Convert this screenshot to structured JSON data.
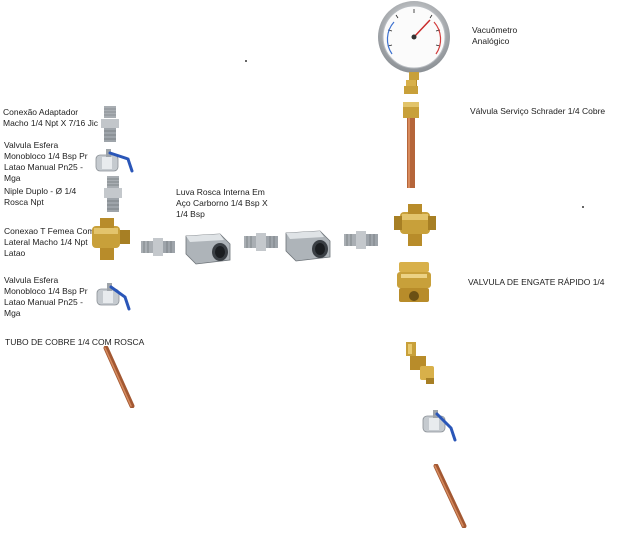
{
  "labels": {
    "vacuometro": "Vacuômetro Analógico",
    "valvula_schrader": "Válvula Serviço Schrader 1/4  Cobre",
    "conexao_adaptador": "Conexão Adaptador Macho 1/4 Npt X 7/16 Jic",
    "valvula_esfera_1": "Valvula Esfera Monobloco 1/4 Bsp Pr Latao Manual Pn25 - Mga",
    "niple_duplo": "Niple Duplo - Ø 1/4 Rosca Npt",
    "conexao_t": "Conexao T Femea Com Lateral Macho 1/4 Npt Latao",
    "luva_rosca": "Luva Rosca Interna Em Aço Carborno 1/4 Bsp X 1/4 Bsp",
    "valvula_esfera_2": "Valvula Esfera Monobloco 1/4 Bsp Pr Latao Manual Pn25 - Mga",
    "tubo_cobre": "TUBO DE COBRE 1/4 COM ROSCA",
    "valvula_engate": "VALVULA DE ENGATE RÁPIDO 1/4"
  },
  "icons": [
    "gauge-icon",
    "schrader-valve-icon",
    "adapter-fitting-icon",
    "ball-valve-icon",
    "nipple-icon",
    "tee-fitting-icon",
    "coupling-icon",
    "quick-coupler-icon",
    "quick-plug-icon",
    "copper-tube-icon"
  ],
  "colors": {
    "brass": "#c8a03a",
    "steel": "#9ea4aa",
    "copper": "#b5653a",
    "handle_blue": "#2a56b8"
  }
}
